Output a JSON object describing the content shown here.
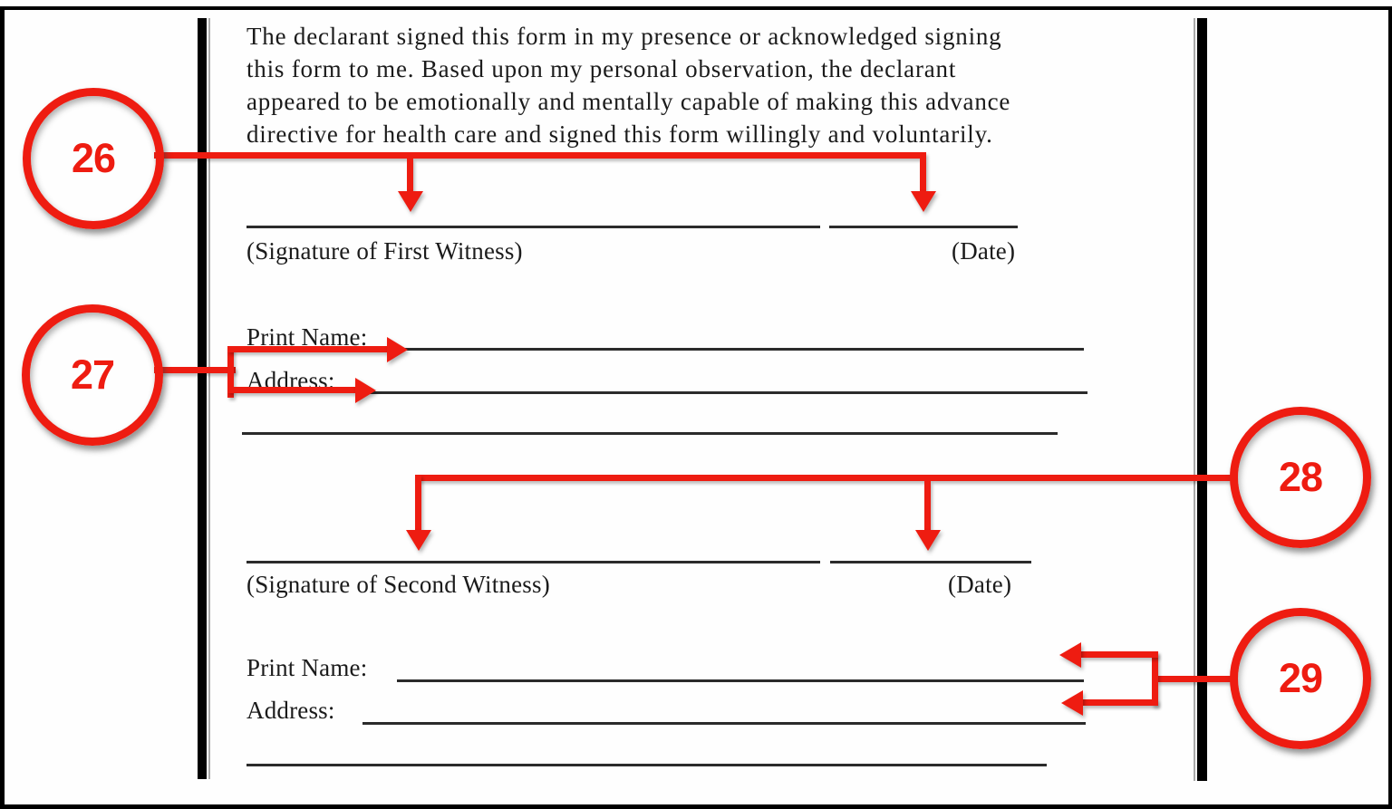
{
  "page": {
    "paragraph_lines": [
      "The declarant signed this form in my presence or acknowledged signing",
      "this form to me. Based upon my personal observation, the declarant",
      "appeared to be emotionally and mentally capable of making this advance",
      "directive for health care and signed this form willingly and voluntarily."
    ],
    "first_witness": {
      "signature_caption": "(Signature of First Witness)",
      "date_caption": "(Date)",
      "print_name_label": "Print Name:",
      "address_label": "Address:"
    },
    "second_witness": {
      "signature_caption": "(Signature of Second Witness)",
      "date_caption": "(Date)",
      "print_name_label": "Print Name:",
      "address_label": "Address:"
    }
  },
  "callouts": {
    "c26": "26",
    "c27": "27",
    "c28": "28",
    "c29": "29"
  },
  "colors": {
    "annotation_red": "#ee1c11",
    "ink": "#1b1b1b",
    "rule": "#2b2b2b"
  }
}
